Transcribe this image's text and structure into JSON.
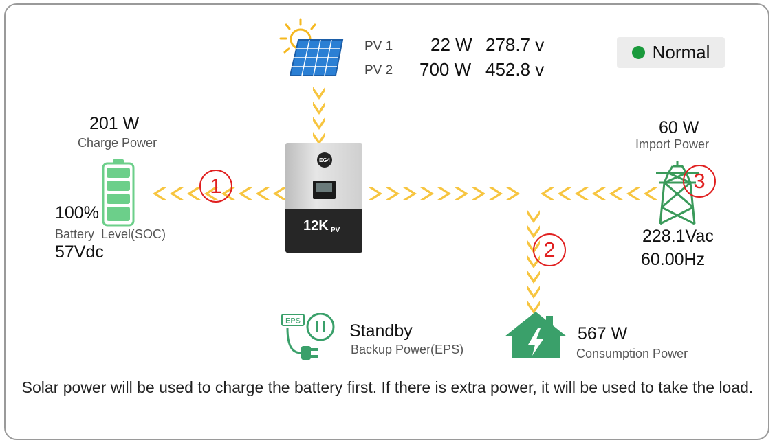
{
  "status": {
    "label": "Normal",
    "color": "#1a9a3c"
  },
  "pv": [
    {
      "label": "PV 1",
      "power": "22 W",
      "voltage": "278.7 v"
    },
    {
      "label": "PV 2",
      "power": "700 W",
      "voltage": "452.8 v"
    }
  ],
  "battery": {
    "power": "201 W",
    "power_label": "Charge Power",
    "level": "100%",
    "level_label": "Battery  Level(SOC)",
    "voltage": "57Vdc"
  },
  "grid": {
    "power": "60 W",
    "power_label": "Import Power",
    "voltage": "228.1Vac",
    "frequency": "60.00Hz"
  },
  "eps": {
    "state": "Standby",
    "label": "Backup Power(EPS)",
    "icon_text": "EPS"
  },
  "load": {
    "power": "567 W",
    "label": "Consumption Power"
  },
  "inverter": {
    "brand": "EG4",
    "model": "12K",
    "model_sub": "PV"
  },
  "markers": [
    "1",
    "2",
    "3"
  ],
  "caption": "Solar power will be used to charge the battery first. If there is extra power, it will be used to take the load.",
  "colors": {
    "flow": "#f7c540",
    "battery": "#6ccf8a",
    "grid": "#3a9a5a",
    "house": "#3aa06a",
    "marker": "#e02020"
  }
}
